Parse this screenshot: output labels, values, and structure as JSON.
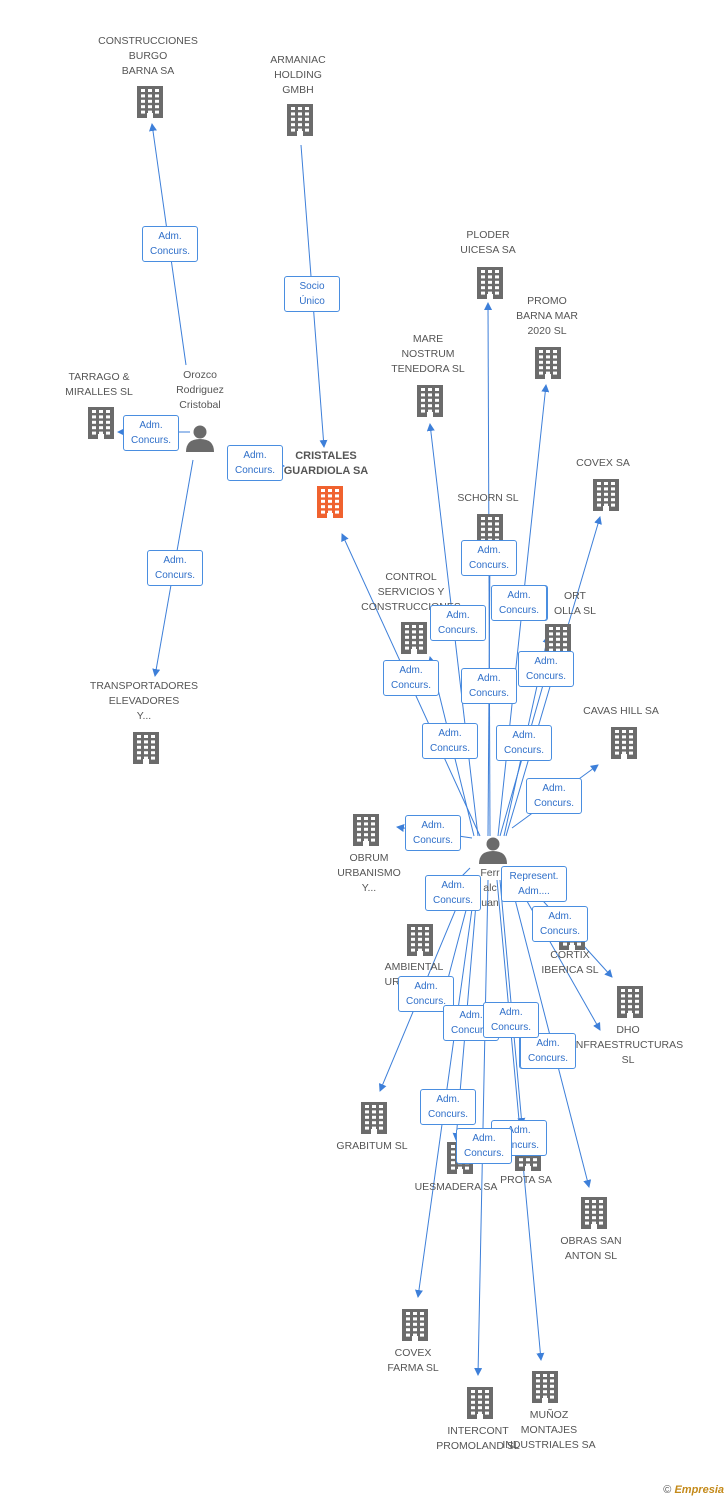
{
  "colors": {
    "edge": "#3d7fd9",
    "company": "#6b6b6b",
    "main_company": "#f0622f",
    "person": "#6b6b6b"
  },
  "footer": {
    "copyright": "©",
    "brand": "Empresia"
  },
  "companies": [
    {
      "id": "construcciones-burgo",
      "label": "CONSTRUCCIONES\nBURGO\nBARNA SA"
    },
    {
      "id": "armaniac",
      "label": "ARMANIAC\nHOLDING\nGMBH"
    },
    {
      "id": "tarrago",
      "label": "TARRAGO &\nMIRALLES SL"
    },
    {
      "id": "cristales",
      "label": "CRISTALES\nGUARDIOLA SA",
      "main": true
    },
    {
      "id": "transportadores",
      "label": "TRANSPORTADORES\nELEVADORES\nY..."
    },
    {
      "id": "ploder",
      "label": "PLODER\nUICESA SA"
    },
    {
      "id": "promo-barna",
      "label": "PROMO\nBARNA MAR\n2020 SL"
    },
    {
      "id": "mare-nostrum",
      "label": "MARE\nNOSTRUM\nTENEDORA SL"
    },
    {
      "id": "covex",
      "label": "COVEX SA"
    },
    {
      "id": "schorn",
      "label": "SCHORN SL"
    },
    {
      "id": "control-servicios",
      "label": "CONTROL\nSERVICIOS Y\nCONSTRUCCIONES"
    },
    {
      "id": "ort-olla",
      "label": "ORT\nOLLA SL"
    },
    {
      "id": "cavas-hill",
      "label": "CAVAS HILL SA"
    },
    {
      "id": "obrum",
      "label": "OBRUM\nURBANISMO\nY..."
    },
    {
      "id": "ambiental",
      "label": "AMBIENTAL\nURBANA SL"
    },
    {
      "id": "cortix",
      "label": "CORTIX\nIBERICA SL"
    },
    {
      "id": "dho",
      "label": "DHO\nINFRAESTRUCTURAS\nSL"
    },
    {
      "id": "grabitum",
      "label": "GRABITUM SL"
    },
    {
      "id": "uesmadera",
      "label": "UESMADERA SA"
    },
    {
      "id": "prota",
      "label": "PROTA SA"
    },
    {
      "id": "obras-san-anton",
      "label": "OBRAS SAN\nANTON SL"
    },
    {
      "id": "covex-farma",
      "label": "COVEX\nFARMA SL"
    },
    {
      "id": "intercont",
      "label": "INTERCONT\nPROMOLAND SL"
    },
    {
      "id": "munoz",
      "label": "MUÑOZ\nMONTAJES\nINDUSTRIALES SA"
    }
  ],
  "people": [
    {
      "id": "orozco",
      "label": "Orozco\nRodriguez\nCristobal"
    },
    {
      "id": "ferrer",
      "label": "Ferr\nalc\nuan"
    }
  ],
  "relations": [
    {
      "from": "orozco",
      "to": "construcciones-burgo",
      "label": "Adm.\nConcurs."
    },
    {
      "from": "armaniac",
      "to": "cristales",
      "label": "Socio\nÚnico"
    },
    {
      "from": "orozco",
      "to": "tarrago",
      "label": "Adm.\nConcurs."
    },
    {
      "from": "orozco",
      "to": "cristales",
      "label": "Adm.\nConcurs."
    },
    {
      "from": "orozco",
      "to": "transportadores",
      "label": "Adm.\nConcurs."
    },
    {
      "from": "ferrer",
      "to": "cristales",
      "label": "Adm.\nConcurs."
    },
    {
      "from": "ferrer",
      "to": "ploder",
      "label": "Adm.\nConcurs."
    },
    {
      "from": "ferrer",
      "to": "promo-barna",
      "label": "Adm.\nConcurs."
    },
    {
      "from": "ferrer",
      "to": "mare-nostrum",
      "label": "Adm.\nConcurs."
    },
    {
      "from": "ferrer",
      "to": "covex",
      "label": "Adm.\nConcurs."
    },
    {
      "from": "ferrer",
      "to": "schorn",
      "label": "Adm.\nConcurs."
    },
    {
      "from": "ferrer",
      "to": "control-servicios",
      "label": "Adm.\nConcurs."
    },
    {
      "from": "ferrer",
      "to": "ort-olla",
      "label": "Adm.\nConcurs."
    },
    {
      "from": "ferrer",
      "to": "cavas-hill",
      "label": "Adm.\nConcurs."
    },
    {
      "from": "ferrer",
      "to": "obrum",
      "label": "Adm.\nConcurs."
    },
    {
      "from": "ferrer",
      "to": "ambiental",
      "label": "Adm.\nConcurs."
    },
    {
      "from": "ferrer",
      "to": "cortix",
      "label": "Represent.\nAdm...."
    },
    {
      "from": "ferrer",
      "to": "dho",
      "label": "Adm.\nConcurs."
    },
    {
      "from": "ferrer",
      "to": "grabitum",
      "label": "Adm.\nConcurs."
    },
    {
      "from": "ferrer",
      "to": "uesmadera",
      "label": "Adm.\nConcurs."
    },
    {
      "from": "ferrer",
      "to": "prota",
      "label": "Adm.\nConcurs."
    },
    {
      "from": "ferrer",
      "to": "obras-san-anton",
      "label": "Adm.\nConcurs."
    },
    {
      "from": "ferrer",
      "to": "covex-farma",
      "label": "Adm.\nConcurs."
    },
    {
      "from": "ferrer",
      "to": "intercont",
      "label": "Adm.\nConcurs."
    },
    {
      "from": "ferrer",
      "to": "munoz",
      "label": "Adm.\nConcurs."
    },
    {
      "from": "ferrer",
      "to": "ambiental",
      "label": "Adm.\nConcurs."
    },
    {
      "from": "ferrer",
      "to": "ort-olla",
      "label": "Adm.\nConcurs."
    }
  ]
}
